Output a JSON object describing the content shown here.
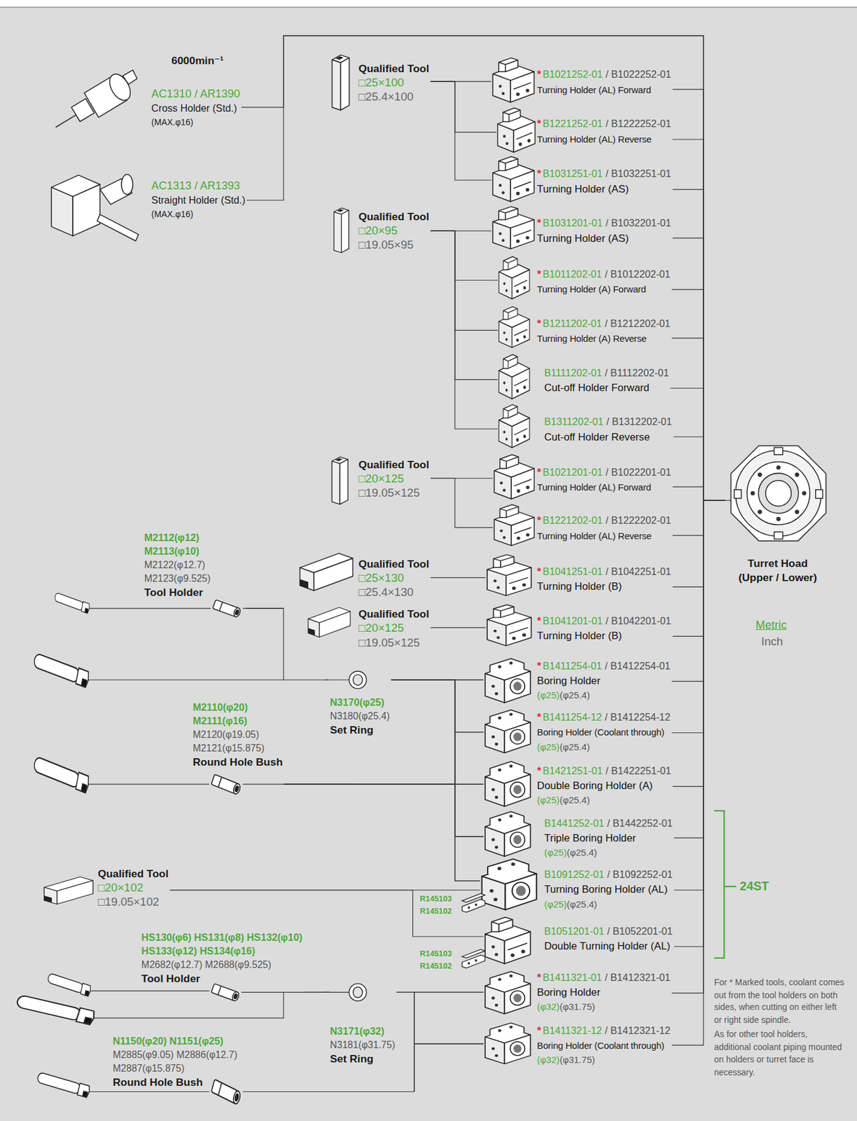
{
  "diagram": {
    "nodes": [
      {
        "text": [
          "AC1310 / AR1390",
          "Cross Holder (Std.)",
          "(MAX.φ16)"
        ]
      },
      {
        "text": [
          "AC1313 / AR1393",
          "Straight Holder (Std.)",
          "(MAX.φ16)"
        ]
      },
      {
        "text": [
          "Qualified Tool",
          "□25×100",
          "□25.4×100"
        ]
      },
      {
        "text": [
          "*",
          "B1021252-01",
          "/ B1022252-01",
          "Turning Holder (AL) Forward"
        ]
      },
      {
        "text": [
          "*",
          "B1221252-01",
          "/ B1222252-01",
          "Turning Holder (AL) Reverse"
        ]
      },
      {
        "text": [
          "*",
          "B1031251-01",
          "/ B1032251-01",
          "Turning Holder (AS)"
        ]
      },
      {
        "text": [
          "Qualified Tool",
          "□20×95",
          "□19.05×95"
        ]
      },
      {
        "text": [
          "*",
          "B1031201-01",
          "/ B1032201-01",
          "Turning Holder (AS)"
        ]
      },
      {
        "text": [
          "*",
          "B1011202-01",
          "/ B1012202-01",
          "Turning Holder (A) Forward"
        ]
      },
      {
        "text": [
          "*",
          "B1211202-01",
          "/ B1212202-01",
          "Turning Holder (A) Reverse"
        ]
      },
      {
        "text": [
          "B1111202-01",
          "/ B1112202-01",
          "Cut-off Holder Forward"
        ]
      },
      {
        "text": [
          "B1311202-01",
          "/ B1312202-01",
          "Cut-off Holder Reverse"
        ]
      },
      {
        "text": [
          "Qualified Tool",
          "□20×125",
          "□19.05×125"
        ]
      },
      {
        "text": [
          "*",
          "B1021201-01",
          "/ B1022201-01",
          "Turning Holder (AL) Forward"
        ]
      },
      {
        "text": [
          "*",
          "B1221202-01",
          "/ B1222202-01",
          "Turning Holder (AL) Reverse"
        ]
      },
      {
        "text": [
          "M2112(φ12)",
          "M2113(φ10)",
          "M2122(φ12.7)",
          "M2123(φ9.525)",
          "Tool Holder"
        ]
      },
      {
        "text": [
          "Qualified Tool",
          "□25×130",
          "□25.4×130"
        ]
      },
      {
        "text": [
          "*",
          "B1041251-01",
          "/ B1042251-01",
          "Turning Holder (B)"
        ]
      },
      {
        "text": [
          "Qualified Tool",
          "□20×125",
          "□19.05×125"
        ]
      },
      {
        "text": [
          "*",
          "B1041201-01",
          "/ B1042201-01",
          "Turning Holder (B)"
        ]
      },
      {
        "text": [
          "N3170(φ25)",
          "N3180(φ25.4)",
          "Set Ring"
        ]
      },
      {
        "text": [
          "*",
          "B1411254-01",
          "/ B1412254-01",
          "Boring Holder",
          "(φ25)",
          "(φ25.4)"
        ]
      },
      {
        "text": [
          "*",
          "B1411254-12",
          "/ B1412254-12",
          "Boring Holder (Coolant through)",
          "(φ25)",
          "(φ25.4)"
        ]
      },
      {
        "text": [
          "M2110(φ20)",
          "M2111(φ16)",
          "M2120(φ19.05)",
          "M2121(φ15.875)",
          "Round Hole Bush"
        ]
      },
      {
        "text": [
          "*",
          "B1421251-01",
          "/ B1422251-01",
          "Double Boring Holder (A)",
          "(φ25)",
          "(φ25.4)"
        ]
      },
      {
        "text": [
          "B1441252-01",
          "/ B1442252-01",
          "Triple Boring Holder",
          "(φ25)",
          "(φ25.4)"
        ]
      },
      {
        "text": [
          "Qualified Tool",
          "□20×102",
          "□19.05×102"
        ]
      },
      {
        "text": [
          "B1091252-01",
          "/ B1092252-01",
          "Turning Boring Holder (AL)",
          "(φ25)",
          "(φ25.4)"
        ]
      },
      {
        "text": [
          "HS130(φ6) HS131(φ8) HS132(φ10)",
          "HS133(φ12) HS134(φ16)",
          "M2682(φ12.7) M2688(φ9.525)",
          "Tool Holder"
        ]
      },
      {
        "text": [
          "B1051201-01",
          "/ B1052201-01",
          "Double Turning Holder (AL)"
        ]
      },
      {
        "text": [
          "N3171(φ32)",
          "N3181(φ31.75)",
          "Set Ring"
        ]
      },
      {
        "text": [
          "*",
          "B1411321-01",
          "/ B1412321-01",
          "Boring Holder",
          "(φ32)",
          "(φ31.75)"
        ]
      },
      {
        "text": [
          "N1150(φ20) N1151(φ25)",
          "M2885(φ9.05) M2886(φ12.7)",
          "M2887(φ15.875)",
          "Round Hole Bush"
        ]
      },
      {
        "text": [
          "*",
          "B1411321-12",
          "/ B1412321-12",
          "Boring Holder (Coolant through)",
          "(φ32)",
          "(φ31.75)"
        ]
      },
      {
        "text": [
          "Turret Hoad",
          "(Upper / Lower)"
        ]
      }
    ],
    "edges": [
      {
        "from": 0,
        "to": 34,
        "arrow": "none"
      },
      {
        "from": 1,
        "to": 34,
        "arrow": "none"
      },
      {
        "from": 2,
        "to": 3,
        "arrow": "none"
      },
      {
        "from": 2,
        "to": 4,
        "arrow": "none"
      },
      {
        "from": 2,
        "to": 5,
        "arrow": "none"
      },
      {
        "from": 6,
        "to": 7,
        "arrow": "none"
      },
      {
        "from": 6,
        "to": 8,
        "arrow": "none"
      },
      {
        "from": 6,
        "to": 9,
        "arrow": "none"
      },
      {
        "from": 6,
        "to": 10,
        "arrow": "none"
      },
      {
        "from": 6,
        "to": 11,
        "arrow": "none"
      },
      {
        "from": 12,
        "to": 13,
        "arrow": "none"
      },
      {
        "from": 12,
        "to": 14,
        "arrow": "none"
      },
      {
        "from": 15,
        "to": 20,
        "arrow": "none"
      },
      {
        "from": 16,
        "to": 17,
        "arrow": "none"
      },
      {
        "from": 18,
        "to": 19,
        "arrow": "none"
      },
      {
        "from": 20,
        "to": 21,
        "arrow": "none"
      },
      {
        "from": 20,
        "to": 22,
        "arrow": "none"
      },
      {
        "from": 20,
        "to": 24,
        "arrow": "none"
      },
      {
        "from": 20,
        "to": 25,
        "arrow": "none"
      },
      {
        "from": 20,
        "to": 27,
        "arrow": "none"
      },
      {
        "from": 23,
        "to": 21,
        "arrow": "none"
      },
      {
        "from": 23,
        "to": 22,
        "arrow": "none"
      },
      {
        "from": 23,
        "to": 24,
        "arrow": "none"
      },
      {
        "from": 23,
        "to": 25,
        "arrow": "none"
      },
      {
        "from": 23,
        "to": 27,
        "arrow": "none"
      },
      {
        "from": 26,
        "to": 27,
        "arrow": "none"
      },
      {
        "from": 26,
        "to": 29,
        "arrow": "none"
      },
      {
        "from": 28,
        "to": 30,
        "arrow": "none"
      },
      {
        "from": 30,
        "to": 31,
        "arrow": "none"
      },
      {
        "from": 30,
        "to": 33,
        "arrow": "none"
      },
      {
        "from": 32,
        "to": 31,
        "arrow": "none"
      },
      {
        "from": 32,
        "to": 33,
        "arrow": "none"
      },
      {
        "from": 3,
        "to": 34,
        "arrow": "none"
      },
      {
        "from": 4,
        "to": 34,
        "arrow": "none"
      },
      {
        "from": 5,
        "to": 34,
        "arrow": "none"
      },
      {
        "from": 7,
        "to": 34,
        "arrow": "none"
      },
      {
        "from": 8,
        "to": 34,
        "arrow": "none"
      },
      {
        "from": 9,
        "to": 34,
        "arrow": "none"
      },
      {
        "from": 10,
        "to": 34,
        "arrow": "none"
      },
      {
        "from": 11,
        "to": 34,
        "arrow": "none"
      },
      {
        "from": 13,
        "to": 34,
        "arrow": "none"
      },
      {
        "from": 14,
        "to": 34,
        "arrow": "none"
      },
      {
        "from": 17,
        "to": 34,
        "arrow": "none"
      },
      {
        "from": 19,
        "to": 34,
        "arrow": "none"
      },
      {
        "from": 21,
        "to": 34,
        "arrow": "none"
      },
      {
        "from": 22,
        "to": 34,
        "arrow": "none"
      },
      {
        "from": 24,
        "to": 34,
        "arrow": "none"
      },
      {
        "from": 25,
        "to": 34,
        "arrow": "none"
      },
      {
        "from": 27,
        "to": 34,
        "arrow": "none"
      },
      {
        "from": 29,
        "to": 34,
        "arrow": "none"
      },
      {
        "from": 31,
        "to": 34,
        "arrow": "none"
      },
      {
        "from": 33,
        "to": 34,
        "arrow": "none"
      }
    ],
    "labels": [
      "6000min⁻¹",
      "R145103",
      "R145102",
      "R145103",
      "R145102",
      "24ST",
      "Metric",
      "Inch",
      "For * Marked tools, coolant comes out from the tool holders on both sides, when cutting on either left or right side spindle.",
      "As for other tool holders, additional coolant piping mounted on holders or turret face is necessary."
    ]
  }
}
